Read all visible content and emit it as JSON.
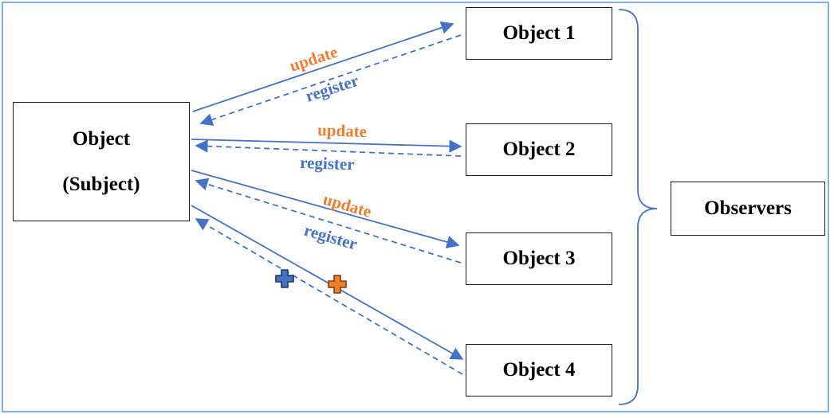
{
  "subject": {
    "line1": "Object",
    "line2": "(Subject)"
  },
  "objects": [
    {
      "label": "Object 1"
    },
    {
      "label": "Object 2"
    },
    {
      "label": "Object 3"
    },
    {
      "label": "Object 4"
    }
  ],
  "observers": {
    "label": "Observers"
  },
  "arrow_labels": {
    "update": "update",
    "register": "register"
  },
  "colors": {
    "frame": "#7fb2df",
    "arrow": "#4472c4",
    "update": "#ed7d31",
    "register": "#4472c4"
  },
  "markers": {
    "blue_plus": "plus-icon",
    "orange_plus": "plus-icon"
  }
}
